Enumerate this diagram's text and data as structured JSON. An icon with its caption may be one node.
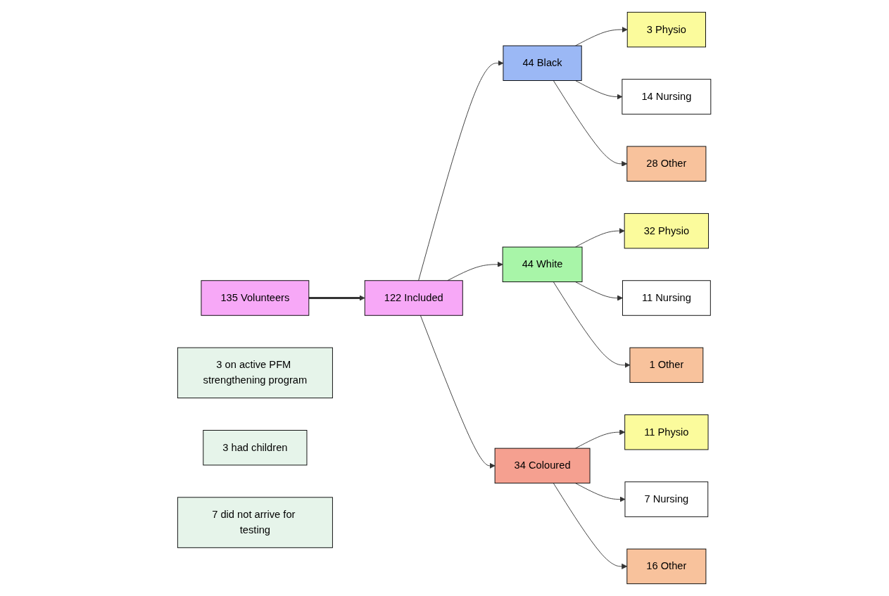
{
  "diagram": {
    "nodes": [
      {
        "text": [
          "135 Volunteers"
        ]
      },
      {
        "text": [
          "3 on active PFM strengthening program"
        ]
      },
      {
        "text": [
          "3 had children"
        ]
      },
      {
        "text": [
          "7 did not arrive for testing"
        ]
      },
      {
        "text": [
          "122 Included"
        ]
      },
      {
        "text": [
          "44 Black"
        ]
      },
      {
        "text": [
          "44 White"
        ]
      },
      {
        "text": [
          "34 Coloured"
        ]
      },
      {
        "text": [
          "3 Physio"
        ]
      },
      {
        "text": [
          "14 Nursing"
        ]
      },
      {
        "text": [
          "28 Other"
        ]
      },
      {
        "text": [
          "32 Physio"
        ]
      },
      {
        "text": [
          "11 Nursing"
        ]
      },
      {
        "text": [
          "1 Other"
        ]
      },
      {
        "text": [
          "11 Physio"
        ]
      },
      {
        "text": [
          "7 Nursing"
        ]
      },
      {
        "text": [
          "16 Other"
        ]
      }
    ],
    "edges": [
      {
        "from": 0,
        "to": 4,
        "arrow": "to",
        "style": "thick"
      },
      {
        "from": 4,
        "to": 5,
        "arrow": "to"
      },
      {
        "from": 4,
        "to": 6,
        "arrow": "to"
      },
      {
        "from": 4,
        "to": 7,
        "arrow": "to"
      },
      {
        "from": 5,
        "to": 8,
        "arrow": "to"
      },
      {
        "from": 5,
        "to": 9,
        "arrow": "to"
      },
      {
        "from": 5,
        "to": 10,
        "arrow": "to"
      },
      {
        "from": 6,
        "to": 11,
        "arrow": "to"
      },
      {
        "from": 6,
        "to": 12,
        "arrow": "to"
      },
      {
        "from": 6,
        "to": 13,
        "arrow": "to"
      },
      {
        "from": 7,
        "to": 14,
        "arrow": "to"
      },
      {
        "from": 7,
        "to": 15,
        "arrow": "to"
      },
      {
        "from": 7,
        "to": 16,
        "arrow": "to"
      }
    ]
  }
}
